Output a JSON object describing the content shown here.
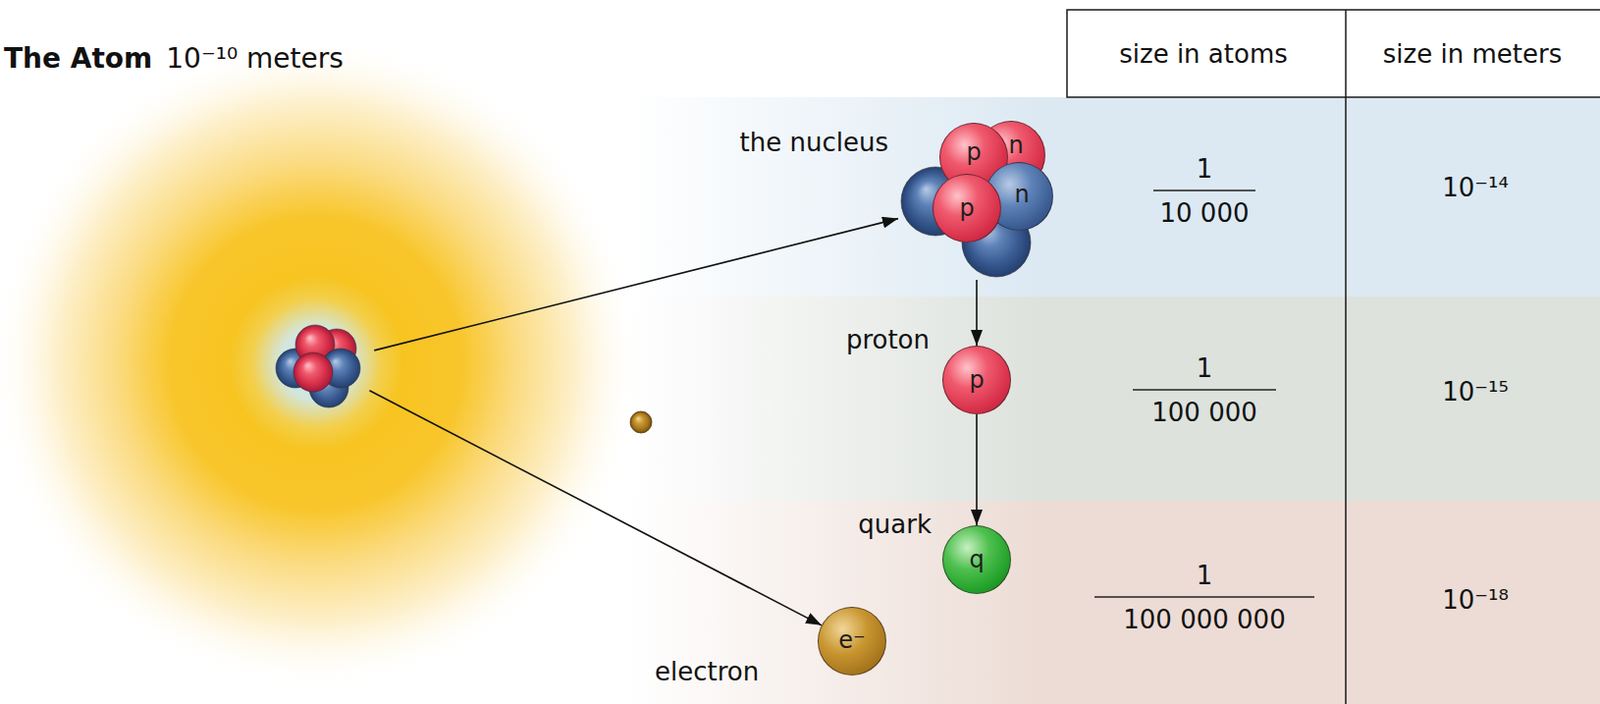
{
  "diagram": {
    "nodes": [
      {
        "text": [
          "The Atom",
          "10⁻¹⁰ meters"
        ]
      },
      {
        "text": [
          "the nucleus"
        ]
      },
      {
        "text": [
          "p"
        ],
        "in": 1
      },
      {
        "text": [
          "n"
        ],
        "in": 1
      },
      {
        "text": [
          "p"
        ],
        "in": 1
      },
      {
        "text": [
          "n"
        ],
        "in": 1
      },
      {
        "text": [
          "proton",
          "p"
        ]
      },
      {
        "text": [
          "quark",
          "q"
        ]
      },
      {
        "text": [
          "electron",
          "e⁻"
        ]
      }
    ],
    "edges": [
      {
        "from": 0,
        "to": 1,
        "arrow": "to"
      },
      {
        "from": 1,
        "to": 6,
        "arrow": "to"
      },
      {
        "from": 6,
        "to": 7,
        "arrow": "to"
      },
      {
        "from": 0,
        "to": 8,
        "arrow": "to"
      }
    ],
    "labels": [
      "size in atoms",
      "size in meters",
      "1",
      "10 000",
      "10⁻¹⁴",
      "1",
      "100 000",
      "10⁻¹⁵",
      "1",
      "100 000 000",
      "10⁻¹⁸"
    ]
  }
}
